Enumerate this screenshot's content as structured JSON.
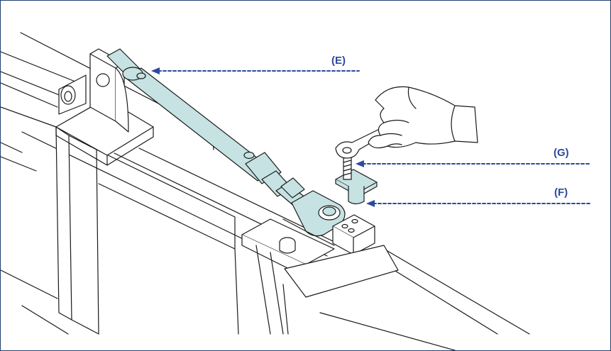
{
  "callouts": {
    "e": "(E)",
    "g": "(G)",
    "f": "(F)"
  },
  "colors": {
    "line": "#1a1a1a",
    "cylinder_fill": "#c6e2e3",
    "callout_blue": "#2d4a9a",
    "frame_border": "#1f3f73",
    "part_fill": "#ffffff"
  },
  "icons": [
    "hand-with-wrench-icon"
  ]
}
